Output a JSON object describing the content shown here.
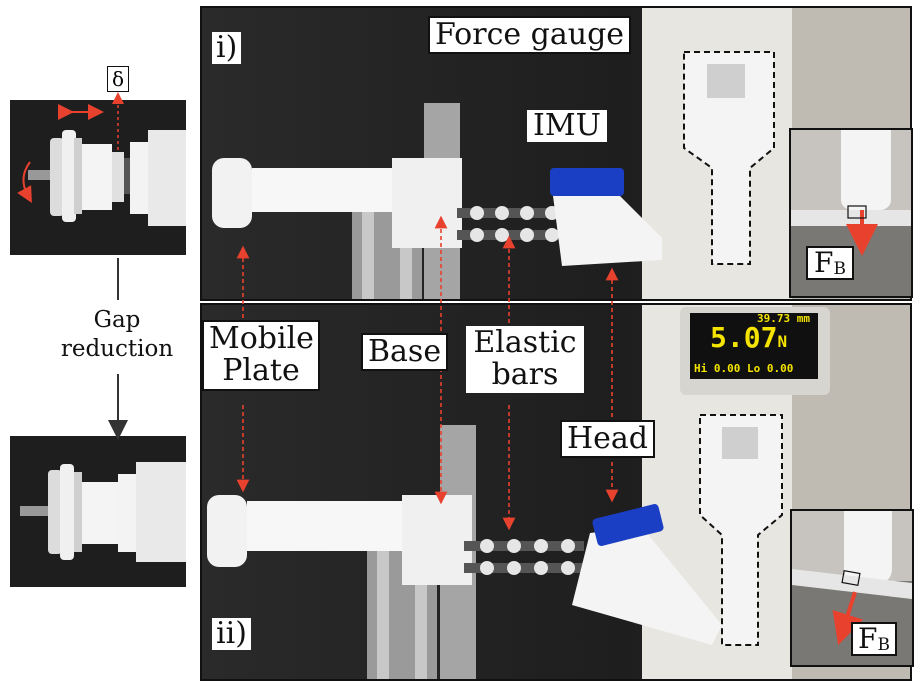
{
  "left_panel": {
    "delta_label": "δ",
    "transition_text_line1": "Gap",
    "transition_text_line2": "reduction"
  },
  "panel_i": {
    "tag": "i)",
    "labels": {
      "force_gauge": "Force gauge",
      "imu": "IMU",
      "fb_main": "F",
      "fb_sub": "B"
    }
  },
  "panel_ii": {
    "tag": "ii)",
    "labels": {
      "mobile_plate_line1": "Mobile",
      "mobile_plate_line2": "Plate",
      "base": "Base",
      "elastic_bars_line1": "Elastic",
      "elastic_bars_line2": "bars",
      "head": "Head",
      "fb_main": "F",
      "fb_sub": "B"
    },
    "gauge_display": {
      "top_line": "39.73 mm",
      "value": "5.07",
      "unit": "N",
      "hi_label": "Hi",
      "hi_value": "0.00",
      "lo_label": "Lo",
      "lo_value": "0.00"
    }
  },
  "colors": {
    "annotation_red": "#e8412e",
    "background_dark": "#222222",
    "gauge_body": "#e8e6e1",
    "display_green": "#f4e400",
    "imu_blue": "#1a3fc4"
  }
}
